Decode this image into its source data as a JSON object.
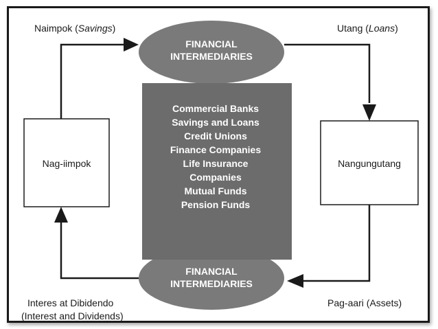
{
  "colors": {
    "ellipse_fill": "#7a7a7a",
    "center_fill": "#6c6c6c",
    "ink": "#1a1a1a"
  },
  "top_ellipse": {
    "line1": "FINANCIAL",
    "line2": "INTERMEDIARIES"
  },
  "bottom_ellipse": {
    "line1": "FINANCIAL",
    "line2": "INTERMEDIARIES"
  },
  "center_list": [
    "Commercial Banks",
    "Savings and Loans",
    "Credit Unions",
    "Finance Companies",
    "Life Insurance",
    "Companies",
    "Mutual Funds",
    "Pension Funds"
  ],
  "left_box": {
    "label": "Nag-iimpok"
  },
  "right_box": {
    "label": "Nangungutang"
  },
  "flows": {
    "savings": {
      "text": "Naimpok (",
      "italic": "Savings",
      "close": ")"
    },
    "loans": {
      "text": "Utang (",
      "italic": "Loans",
      "close": ")"
    },
    "assets": {
      "text": "Pag-aari (Assets)"
    },
    "dividends": {
      "line1": "Interes at Dibidendo",
      "line2": "(Interest and Dividends)"
    }
  }
}
